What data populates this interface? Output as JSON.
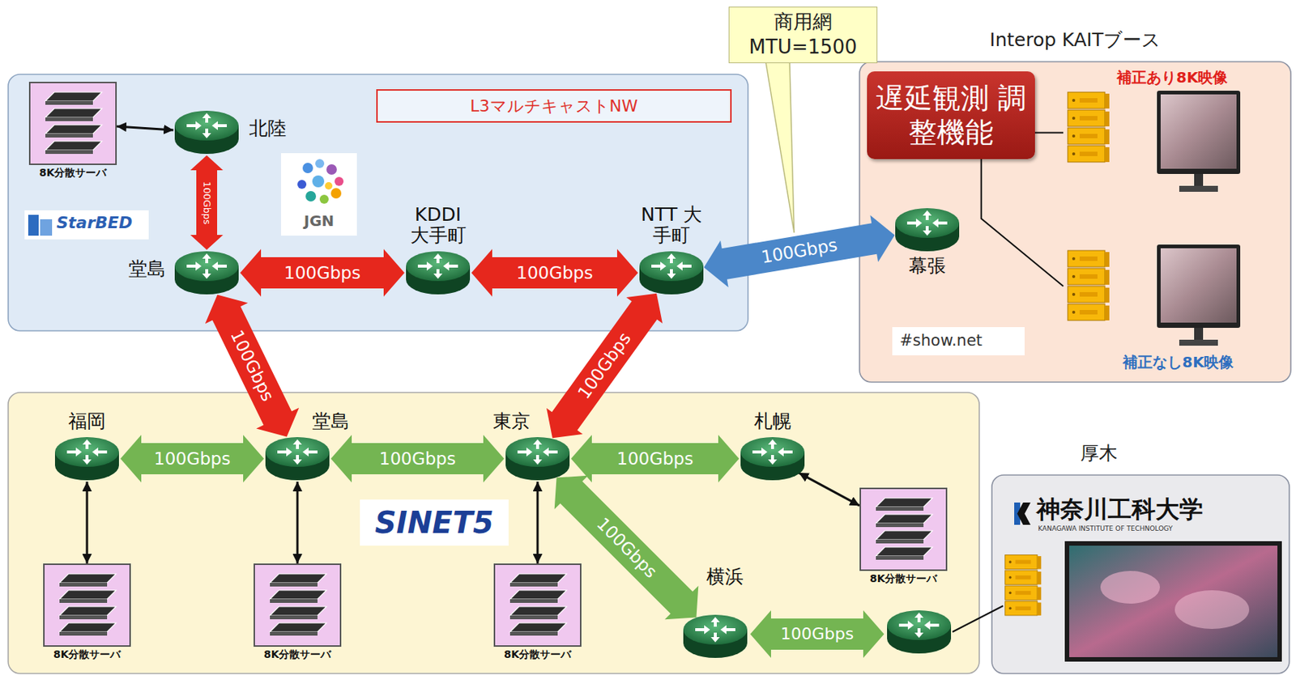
{
  "diagram": {
    "nodes": [
      {
        "text": [
          "商用網 MTU=1500"
        ]
      },
      {
        "text": [
          "L3マルチキャストNW"
        ]
      },
      {
        "text": [
          "8K分散サーバ"
        ],
        "in": 1
      },
      {
        "text": [
          "北陸"
        ],
        "in": 1
      },
      {
        "text": [
          "堂島"
        ],
        "in": 1
      },
      {
        "text": [
          "KDDI 大手町"
        ],
        "in": 1
      },
      {
        "text": [
          "NTT 大手町"
        ],
        "in": 1
      },
      {
        "text": [
          "Interop KAITブース"
        ]
      },
      {
        "text": [
          "遅延観測 調整機能"
        ],
        "in": 7
      },
      {
        "text": [
          "幕張"
        ],
        "in": 7
      },
      {
        "text": [
          "補正あり8K映像"
        ],
        "in": 7
      },
      {
        "text": [
          "補正なし8K映像"
        ],
        "in": 7
      },
      {
        "text": [
          "SINET5"
        ]
      },
      {
        "text": [
          "福岡"
        ],
        "in": 12
      },
      {
        "text": [
          "堂島"
        ],
        "in": 12
      },
      {
        "text": [
          "東京"
        ],
        "in": 12
      },
      {
        "text": [
          "札幌"
        ],
        "in": 12
      },
      {
        "text": [
          "8K分散サーバ"
        ],
        "in": 12
      },
      {
        "text": [
          "8K分散サーバ"
        ],
        "in": 12
      },
      {
        "text": [
          "8K分散サーバ"
        ],
        "in": 12
      },
      {
        "text": [
          "8K分散サーバ"
        ],
        "in": 12
      },
      {
        "text": [
          "横浜"
        ],
        "in": 12
      },
      {
        "text": [
          "厚木"
        ]
      }
    ],
    "edges": [
      {
        "from": 2,
        "to": 3,
        "arrow": "both"
      },
      {
        "from": 3,
        "to": 4,
        "label": "100Gbps",
        "arrow": "both"
      },
      {
        "from": 4,
        "to": 5,
        "label": "100Gbps",
        "arrow": "both"
      },
      {
        "from": 5,
        "to": 6,
        "label": "100Gbps",
        "arrow": "both"
      },
      {
        "from": 6,
        "to": 9,
        "label": "100Gbps",
        "arrow": "both"
      },
      {
        "from": 4,
        "to": 14,
        "label": "100Gbps",
        "arrow": "both"
      },
      {
        "from": 6,
        "to": 15,
        "label": "100Gbps",
        "arrow": "both"
      },
      {
        "from": 13,
        "to": 14,
        "label": "100Gbps",
        "arrow": "both"
      },
      {
        "from": 14,
        "to": 15,
        "label": "100Gbps",
        "arrow": "both"
      },
      {
        "from": 15,
        "to": 16,
        "label": "100Gbps",
        "arrow": "both"
      },
      {
        "from": 15,
        "to": 21,
        "label": "100Gbps",
        "arrow": "both"
      },
      {
        "from": 13,
        "to": 17,
        "arrow": "both"
      },
      {
        "from": 14,
        "to": 18,
        "arrow": "both"
      },
      {
        "from": 15,
        "to": 19,
        "arrow": "both"
      },
      {
        "from": 16,
        "to": 20,
        "arrow": "both"
      },
      {
        "from": 8,
        "to": 10,
        "arrow": "none"
      },
      {
        "from": 8,
        "to": 11,
        "arrow": "none"
      }
    ],
    "labels": [
      "StarBED",
      "JGN",
      "#show.net",
      "100Gbps",
      "神奈川工科大学",
      "KANAGAWA INSTITUTE OF TECHNOLOGY"
    ]
  }
}
